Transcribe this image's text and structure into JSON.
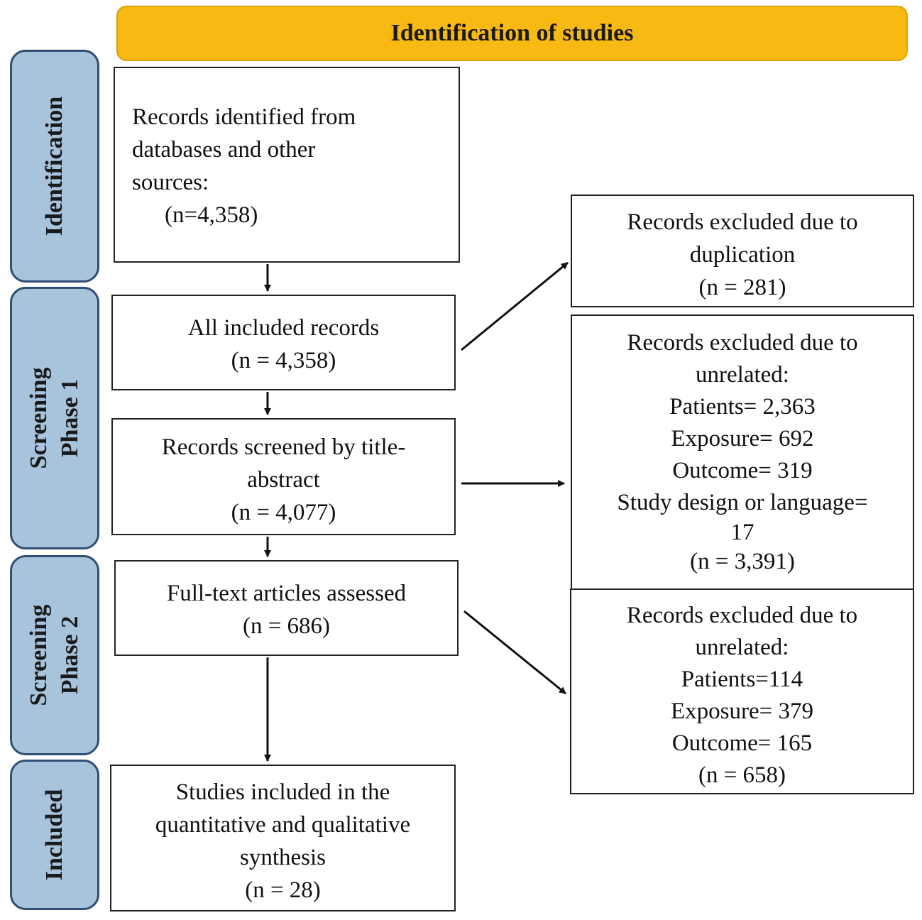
{
  "header": {
    "title": "Identification of studies"
  },
  "phases": {
    "identification": "Identification",
    "screening1": [
      "Screening",
      "Phase 1"
    ],
    "screening2": [
      "Screening",
      "Phase 2"
    ],
    "included": "Included"
  },
  "boxes": {
    "records_identified": [
      "Records identified from",
      "databases and other",
      "sources:",
      "(n=4,358)"
    ],
    "all_included": [
      "All included records",
      "(n = 4,358)"
    ],
    "screened": [
      "Records screened by title-",
      "abstract",
      "(n = 4,077)"
    ],
    "fulltext": [
      "Full-text articles assessed",
      "(n = 686)"
    ],
    "studies_included": [
      "Studies included in the",
      "quantitative and qualitative",
      "synthesis",
      "(n = 28)"
    ],
    "excluded_duplication": [
      "Records excluded due to",
      "duplication",
      "(n = 281)"
    ],
    "excluded_unrelated_1": [
      "Records excluded due to",
      "unrelated:",
      "Patients= 2,363",
      "Exposure= 692",
      "Outcome= 319",
      "Study design or language=",
      "17",
      "(n = 3,391)"
    ],
    "excluded_unrelated_2": [
      "Records excluded due to",
      "unrelated:",
      "Patients=114",
      "Exposure= 379",
      "Outcome= 165",
      "(n = 658)"
    ]
  }
}
